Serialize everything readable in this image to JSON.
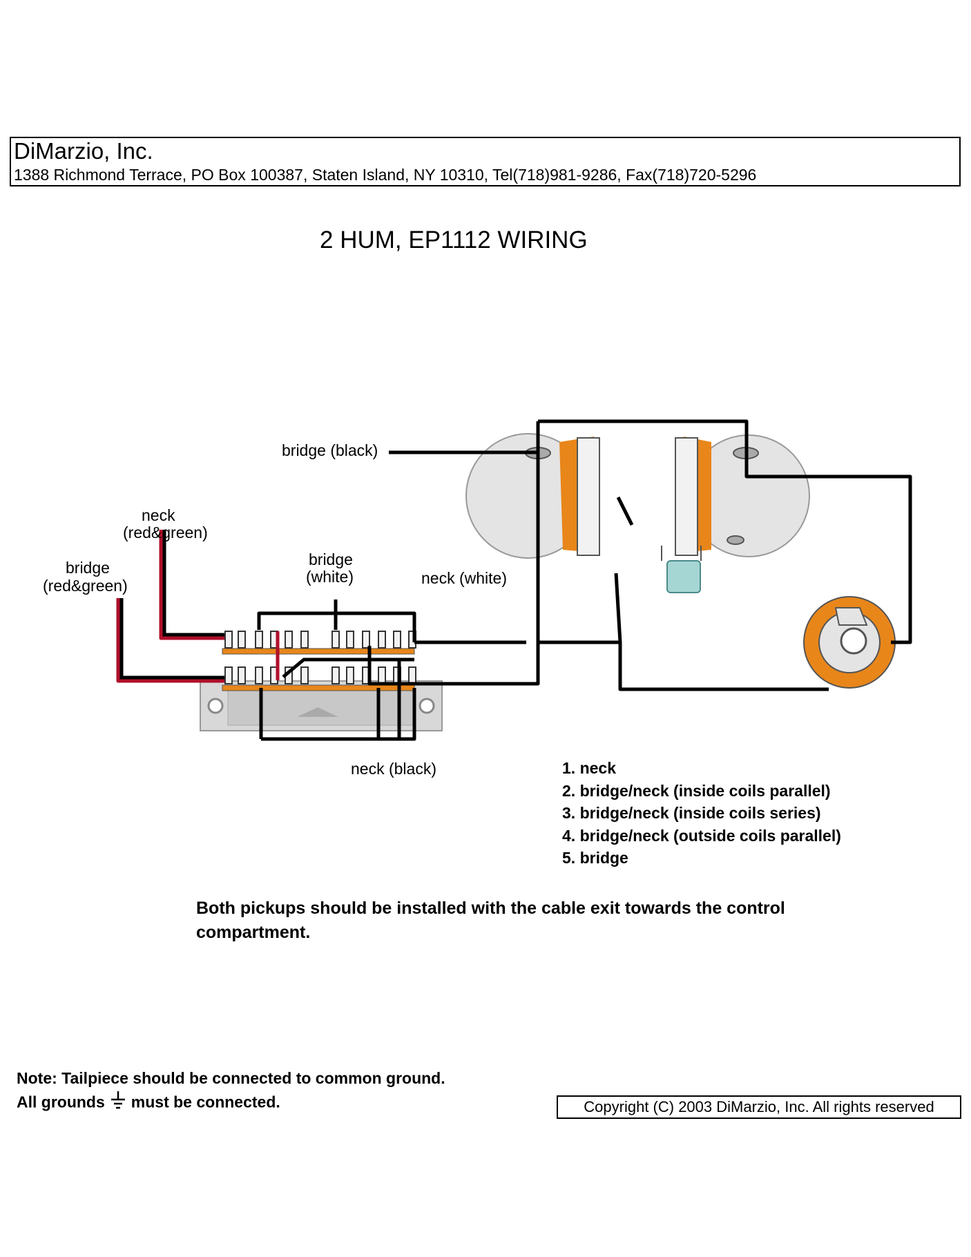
{
  "header": {
    "company": "DiMarzio, Inc.",
    "address": "1388 Richmond Terrace, PO Box 100387, Staten Island, NY 10310, Tel(718)981-9286, Fax(718)720-5296"
  },
  "title": "2 HUM, EP1112 WIRING",
  "labels": {
    "bridge_black": "bridge (black)",
    "neck_rg_1": "neck",
    "neck_rg_2": "(red&green)",
    "bridge_rg_1": "bridge",
    "bridge_rg_2": "(red&green)",
    "bridge_white_1": "bridge",
    "bridge_white_2": "(white)",
    "neck_white": "neck (white)",
    "neck_black": "neck (black)"
  },
  "positions": [
    "1. neck",
    "2. bridge/neck (inside coils parallel)",
    "3. bridge/neck (inside coils series)",
    "4. bridge/neck (outside coils parallel)",
    "5. bridge"
  ],
  "install_note": "Both pickups should be installed with the cable exit towards the control compartment.",
  "ground_note": {
    "line1": "Note: Tailpiece should be connected to common ground.",
    "line2_before": "All grounds",
    "line2_after": "must be connected."
  },
  "copyright": "Copyright (C) 2003 DiMarzio, Inc. All rights reserved",
  "colors": {
    "wire": "#000000",
    "red_wire": "#b0102a",
    "orange": "#e8861a",
    "pot_gray": "#e4e4e4",
    "cap": "#a6d6d4",
    "switch_base": "#d8d8d8"
  }
}
